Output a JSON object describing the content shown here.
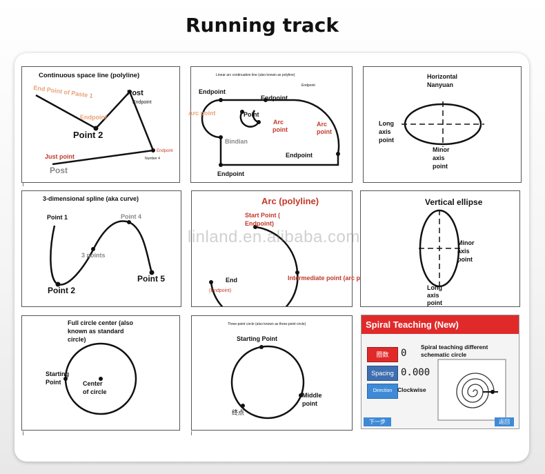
{
  "page_title": "Running track",
  "watermark": "linland.en.alibaba.com",
  "panels": {
    "polyline": {
      "title": "Continuous space line (polyline)",
      "end_point_paste": "End Point of Paste 1",
      "post_top": "Post",
      "endpoint_top": "Endpoint",
      "endpoint_mid": "Endpoint",
      "point2": "Point 2",
      "endpoint_right": "Endpoint",
      "just_point": "Just point",
      "number4": "Number 4",
      "post_bottom": "Post"
    },
    "linear_arc": {
      "title": "Linear arc continuation line (also known as polyline)",
      "endpoint_small": "Endpoint",
      "endpoint_tl": "Endpoint",
      "endpoint_center": "Endpoint",
      "arc_point_left": "Arc point",
      "point": "Point",
      "arc_point_mid1": "Arc",
      "arc_point_mid2": "point",
      "arc_point_right1": "Arc",
      "arc_point_right2": "point",
      "bindian": "Bindian",
      "endpoint_br": "Endpoint",
      "endpoint_bl": "Endpoint"
    },
    "horizontal": {
      "title1": "Horizontal",
      "title2": "Nanyuan",
      "long1": "Long",
      "long2": "axis",
      "long3": "point",
      "minor1": "Minor",
      "minor2": "axis",
      "minor3": "point"
    },
    "spline": {
      "title": "3-dimensional spline (aka curve)",
      "point1": "Point 1",
      "point4": "Point 4",
      "three_points": "3 points",
      "point5": "Point 5",
      "point2": "Point 2"
    },
    "arc_polyline": {
      "title": "Arc (polyline)",
      "start1": "Start Point (",
      "start2": "Endpoint)",
      "end": "End",
      "end_sub": "(Endpoint)",
      "intermediate": "Intermediate point (arc point)"
    },
    "vertical": {
      "title": "Vertical ellipse",
      "minor1": "Minor",
      "minor2": "axis",
      "minor3": "point",
      "long1": "Long",
      "long2": "axis",
      "long3": "point"
    },
    "full_circle": {
      "title1": "Full circle center (also",
      "title2": "known as standard",
      "title3": "circle)",
      "start1": "Starting",
      "start2": "Point",
      "center1": "Center",
      "center2": "of circle"
    },
    "three_point": {
      "title": "Three-point circle (also known as three-point circle)",
      "starting": "Starting Point",
      "middle1": "Middle",
      "middle2": "point",
      "end_cn": "终点"
    },
    "spiral": {
      "header": "Spiral Teaching (New)",
      "desc1": "Spiral teaching different",
      "desc2": "schematic circle",
      "btn_circles": "圈数",
      "val_circles": "0",
      "btn_spacing": "Spacing",
      "val_spacing": "0.000",
      "btn_direction": "Direction",
      "val_direction": "Clockwise",
      "foot_next": "下一步",
      "foot_back": "返回"
    }
  }
}
